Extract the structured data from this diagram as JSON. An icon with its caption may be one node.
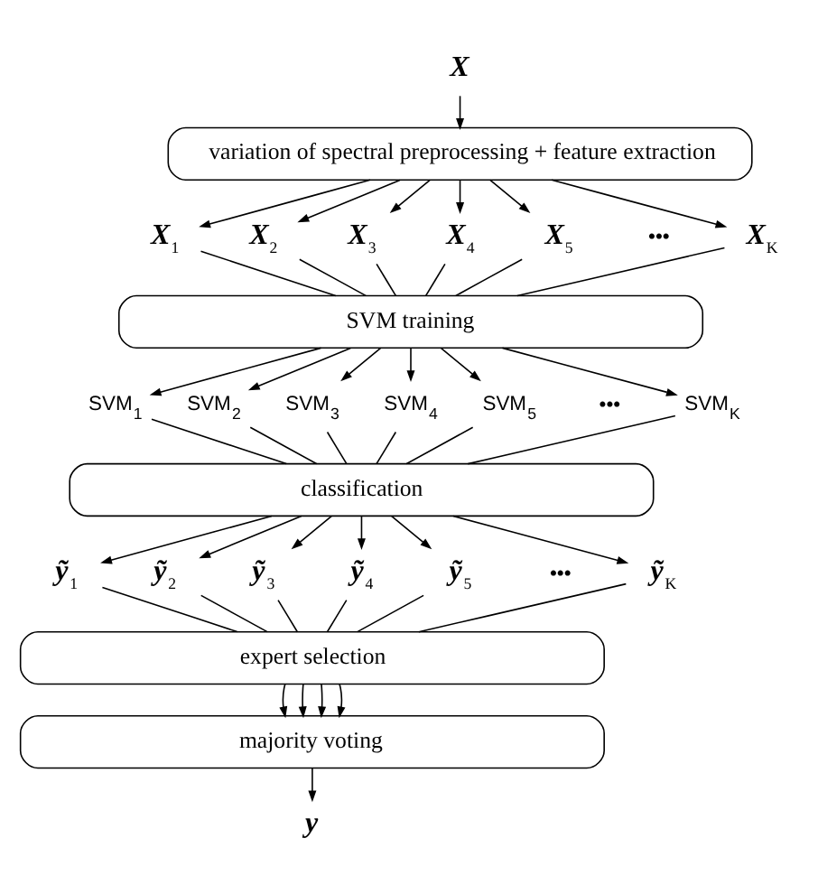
{
  "diagram": {
    "nodes": [
      {
        "text": [
          "X"
        ]
      },
      {
        "text": [
          "variation of spectral preprocessing + feature extraction"
        ]
      },
      {
        "text": [
          "X$_{1}$"
        ]
      },
      {
        "text": [
          "X$_{2}$"
        ]
      },
      {
        "text": [
          "X$_{3}$"
        ]
      },
      {
        "text": [
          "X$_{4}$"
        ]
      },
      {
        "text": [
          "X$_{5}$"
        ]
      },
      {
        "text": [
          "X$_{K}$"
        ]
      },
      {
        "text": [
          "SVM training"
        ]
      },
      {
        "text": [
          "SVM$_{1}$"
        ]
      },
      {
        "text": [
          "SVM$_{2}$"
        ]
      },
      {
        "text": [
          "SVM$_{3}$"
        ]
      },
      {
        "text": [
          "SVM$_{4}$"
        ]
      },
      {
        "text": [
          "SVM$_{5}$"
        ]
      },
      {
        "text": [
          "SVM$_{K}$"
        ]
      },
      {
        "text": [
          "classification"
        ]
      },
      {
        "text": [
          "ỹ$_{1}$"
        ]
      },
      {
        "text": [
          "ỹ$_{2}$"
        ]
      },
      {
        "text": [
          "ỹ$_{3}$"
        ]
      },
      {
        "text": [
          "ỹ$_{4}$"
        ]
      },
      {
        "text": [
          "ỹ$_{5}$"
        ]
      },
      {
        "text": [
          "ỹ$_{K}$"
        ]
      },
      {
        "text": [
          "expert selection"
        ]
      },
      {
        "text": [
          "majority voting"
        ]
      },
      {
        "text": [
          "y"
        ]
      }
    ],
    "edges": [
      {
        "from": 0,
        "to": 1,
        "arrow": "to"
      },
      {
        "from": 1,
        "to": 2,
        "arrow": "to"
      },
      {
        "from": 1,
        "to": 3,
        "arrow": "to"
      },
      {
        "from": 1,
        "to": 4,
        "arrow": "to"
      },
      {
        "from": 1,
        "to": 5,
        "arrow": "to"
      },
      {
        "from": 1,
        "to": 6,
        "arrow": "to"
      },
      {
        "from": 1,
        "to": 7,
        "arrow": "to"
      },
      {
        "from": 2,
        "to": 8,
        "arrow": "none"
      },
      {
        "from": 3,
        "to": 8,
        "arrow": "none"
      },
      {
        "from": 4,
        "to": 8,
        "arrow": "none"
      },
      {
        "from": 5,
        "to": 8,
        "arrow": "none"
      },
      {
        "from": 6,
        "to": 8,
        "arrow": "none"
      },
      {
        "from": 7,
        "to": 8,
        "arrow": "none"
      },
      {
        "from": 8,
        "to": 9,
        "arrow": "to"
      },
      {
        "from": 8,
        "to": 10,
        "arrow": "to"
      },
      {
        "from": 8,
        "to": 11,
        "arrow": "to"
      },
      {
        "from": 8,
        "to": 12,
        "arrow": "to"
      },
      {
        "from": 8,
        "to": 13,
        "arrow": "to"
      },
      {
        "from": 8,
        "to": 14,
        "arrow": "to"
      },
      {
        "from": 9,
        "to": 15,
        "arrow": "none"
      },
      {
        "from": 10,
        "to": 15,
        "arrow": "none"
      },
      {
        "from": 11,
        "to": 15,
        "arrow": "none"
      },
      {
        "from": 12,
        "to": 15,
        "arrow": "none"
      },
      {
        "from": 13,
        "to": 15,
        "arrow": "none"
      },
      {
        "from": 14,
        "to": 15,
        "arrow": "none"
      },
      {
        "from": 15,
        "to": 16,
        "arrow": "to"
      },
      {
        "from": 15,
        "to": 17,
        "arrow": "to"
      },
      {
        "from": 15,
        "to": 18,
        "arrow": "to"
      },
      {
        "from": 15,
        "to": 19,
        "arrow": "to"
      },
      {
        "from": 15,
        "to": 20,
        "arrow": "to"
      },
      {
        "from": 15,
        "to": 21,
        "arrow": "to"
      },
      {
        "from": 16,
        "to": 22,
        "arrow": "none"
      },
      {
        "from": 17,
        "to": 22,
        "arrow": "none"
      },
      {
        "from": 18,
        "to": 22,
        "arrow": "none"
      },
      {
        "from": 19,
        "to": 22,
        "arrow": "none"
      },
      {
        "from": 20,
        "to": 22,
        "arrow": "none"
      },
      {
        "from": 21,
        "to": 22,
        "arrow": "none"
      },
      {
        "from": 22,
        "to": 23,
        "arrow": "to"
      },
      {
        "from": 22,
        "to": 23,
        "arrow": "to"
      },
      {
        "from": 22,
        "to": 23,
        "arrow": "to"
      },
      {
        "from": 22,
        "to": 23,
        "arrow": "to"
      },
      {
        "from": 23,
        "to": 24,
        "arrow": "to"
      }
    ],
    "labels": [
      "•••",
      "•••",
      "•••"
    ]
  }
}
